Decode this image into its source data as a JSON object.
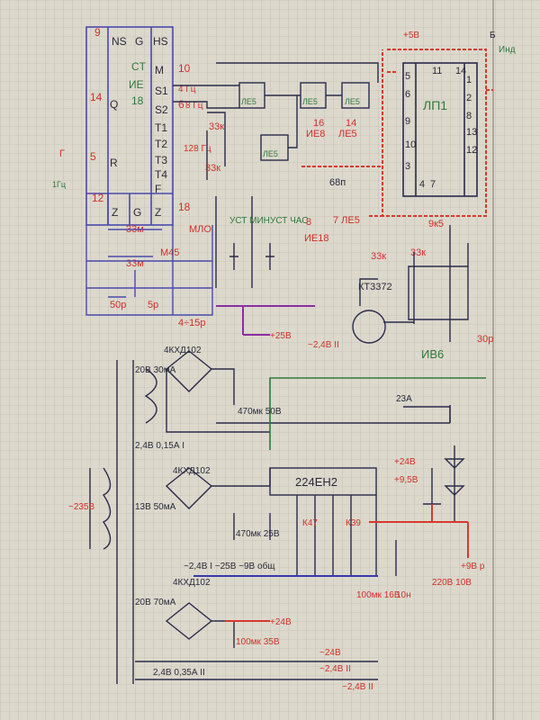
{
  "labels": {
    "chip_k155ie8": [
      "9",
      "NS",
      "G",
      "HS",
      "CT",
      "ИЕ",
      "18",
      "14",
      "Q",
      "5",
      "R",
      "12",
      "Z",
      "G",
      "Z",
      "18",
      "M",
      "S1",
      "S2",
      "T1",
      "T2",
      "T3",
      "T4",
      "F",
      "10",
      "4 Гц",
      "6",
      "8 Гц",
      "128 Гц"
    ],
    "chip_ap1": [
      "ЛП1",
      "5",
      "6",
      "9",
      "8",
      "10",
      "11",
      "14",
      "13",
      "4",
      "7",
      "12",
      "3",
      "1",
      "2"
    ],
    "gates": [
      "ЛЕ5",
      "ЛЕ5",
      "ЛЕ5",
      "ЛЕ5"
    ],
    "tops": [
      "+5В",
      "Б",
      "Инд"
    ],
    "buttons": [
      "УСТ МИН",
      "УСТ ЧАС"
    ],
    "misc": [
      "33к",
      "33к",
      "16",
      "ИЕ8",
      "14",
      "ЛЕ5",
      "68п",
      "8",
      "ИЕ18",
      "7 ЛЕ5",
      "9к5",
      "33к",
      "33к",
      "КТ3372",
      "30р",
      "ИВ6",
      "Г",
      "1Гц",
      "33м",
      "33м",
      "МЛО",
      "М45",
      "50р",
      "5р",
      "4÷15р"
    ],
    "power": [
      "4КХД102",
      "20В 30мА",
      "~2,4В II",
      "+25В",
      "470мк 50В",
      "2,4В 0,15А I",
      "23А",
      "4КХД102",
      "13В 50мА",
      "470мк 25В",
      "224ЕН2",
      "К47",
      "К39",
      "+24В",
      "+9,5В",
      "+9В р",
      "100мк 16В",
      "10н",
      "220В 10В",
      "~2,4В I ~25В ~9В общ",
      "4КХД102",
      "20В 70мА",
      "+24В",
      "100мк 35В",
      "~24В",
      "~2,4В II",
      "~2,4В II",
      "2,4В 0,35А II",
      "~235В"
    ]
  }
}
